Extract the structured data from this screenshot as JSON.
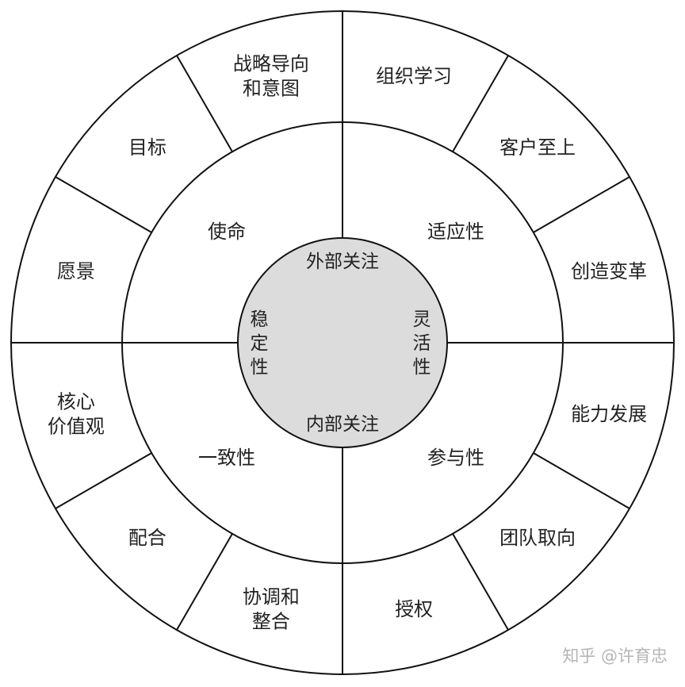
{
  "colors": {
    "stroke": "#111111",
    "core_fill": "#dcdcdc",
    "background": "#ffffff",
    "text": "#222222",
    "watermark": "#b5b5b5"
  },
  "core": {
    "top": "外部关注",
    "bottom": "内部关注",
    "left": "稳定性",
    "right": "灵活性"
  },
  "middle_ring": {
    "top_left": "使命",
    "top_right": "适应性",
    "bottom_left": "一致性",
    "bottom_right": "参与性"
  },
  "outer_ring": [
    {
      "text": "组织学习"
    },
    {
      "text": "客户至上"
    },
    {
      "text": "创造变革"
    },
    {
      "text": "能力发展"
    },
    {
      "text": "团队取向"
    },
    {
      "text": "授权"
    },
    {
      "text": "协调和整合",
      "lines": [
        "协调和",
        "整合"
      ]
    },
    {
      "text": "配合"
    },
    {
      "text": "核心价值观",
      "lines": [
        "核心",
        "价值观"
      ]
    },
    {
      "text": "愿景"
    },
    {
      "text": "目标"
    },
    {
      "text": "战略导向和意图",
      "lines": [
        "战略导向",
        "和意图"
      ]
    }
  ],
  "watermark": "知乎 @许育忠"
}
